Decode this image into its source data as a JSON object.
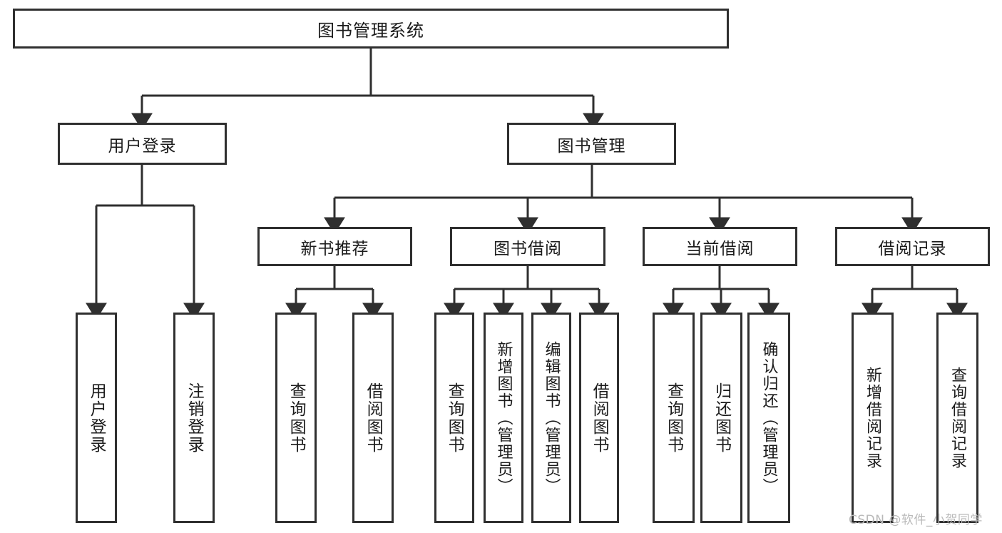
{
  "diagram": {
    "title": "图书管理系统",
    "type": "tree-hierarchy",
    "root": {
      "label": "图书管理系统"
    },
    "level2": [
      {
        "label": "用户登录"
      },
      {
        "label": "图书管理"
      }
    ],
    "level3": [
      {
        "label": "新书推荐"
      },
      {
        "label": "图书借阅"
      },
      {
        "label": "当前借阅"
      },
      {
        "label": "借阅记录"
      }
    ],
    "leaves": {
      "user_login": [
        {
          "label": "用户登录"
        },
        {
          "label": "注销登录"
        }
      ],
      "new_book_recommend": [
        {
          "label": "查询图书"
        },
        {
          "label": "借阅图书"
        }
      ],
      "book_borrow": [
        {
          "label": "查询图书"
        },
        {
          "label": "新增图书（管理员）"
        },
        {
          "label": "编辑图书（管理员）"
        },
        {
          "label": "借阅图书"
        }
      ],
      "current_borrow": [
        {
          "label": "查询图书"
        },
        {
          "label": "归还图书"
        },
        {
          "label": "确认归还（管理员）"
        }
      ],
      "borrow_record": [
        {
          "label": "新增借阅记录"
        },
        {
          "label": "查询借阅记录"
        }
      ]
    }
  },
  "watermark": {
    "text": "CSDN @软件_小贺同学"
  },
  "colors": {
    "border": "#2f2f2f",
    "text": "#1b1b1b",
    "background": "#ffffff",
    "watermark": "#b9b9b9"
  }
}
